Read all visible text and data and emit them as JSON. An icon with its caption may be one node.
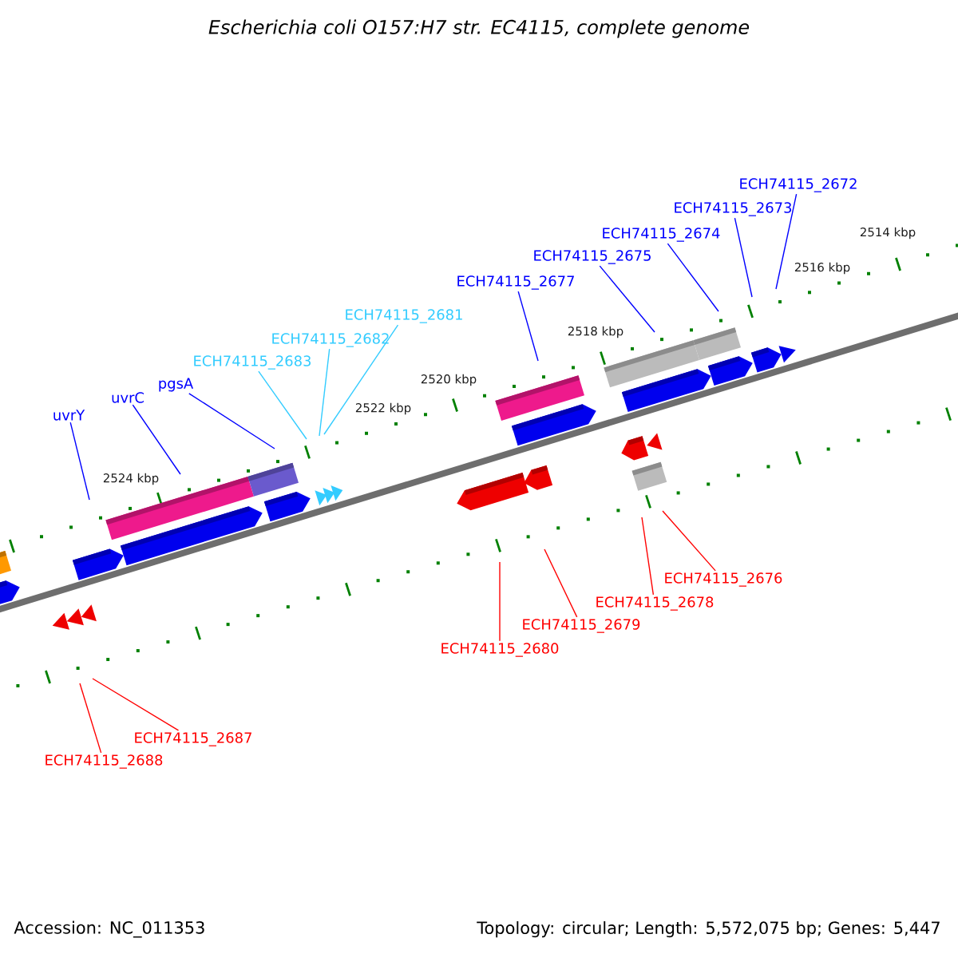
{
  "diagram": {
    "title": "Escherichia coli O157:H7 str. EC4115, complete genome",
    "nodes": [
      {
        "text": [
          "ECH74115_2672"
        ]
      },
      {
        "text": [
          "ECH74115_2673"
        ]
      },
      {
        "text": [
          "ECH74115_2674"
        ]
      },
      {
        "text": [
          "ECH74115_2675"
        ]
      },
      {
        "text": [
          "ECH74115_2677"
        ]
      },
      {
        "text": [
          "ECH74115_2681"
        ]
      },
      {
        "text": [
          "ECH74115_2682"
        ]
      },
      {
        "text": [
          "ECH74115_2683"
        ]
      },
      {
        "text": [
          "pgsA"
        ]
      },
      {
        "text": [
          "uvrC"
        ]
      },
      {
        "text": [
          "uvrY"
        ]
      },
      {
        "text": [
          "ECH74115_2676"
        ]
      },
      {
        "text": [
          "ECH74115_2678"
        ]
      },
      {
        "text": [
          "ECH74115_2679"
        ]
      },
      {
        "text": [
          "ECH74115_2680"
        ]
      },
      {
        "text": [
          "ECH74115_2687"
        ]
      },
      {
        "text": [
          "ECH74115_2688"
        ]
      }
    ],
    "edges": [
      {
        "from": 0,
        "to": null,
        "arrow": "none"
      },
      {
        "from": 1,
        "to": null,
        "arrow": "none"
      },
      {
        "from": 2,
        "to": null,
        "arrow": "none"
      },
      {
        "from": 3,
        "to": null,
        "arrow": "none"
      },
      {
        "from": 4,
        "to": null,
        "arrow": "none"
      },
      {
        "from": 5,
        "to": null,
        "arrow": "none",
        "color": "#33ccff"
      },
      {
        "from": 6,
        "to": null,
        "arrow": "none",
        "color": "#33ccff"
      },
      {
        "from": 7,
        "to": null,
        "arrow": "none",
        "color": "#33ccff"
      },
      {
        "from": 8,
        "to": null,
        "arrow": "none"
      },
      {
        "from": 9,
        "to": null,
        "arrow": "none"
      },
      {
        "from": 10,
        "to": null,
        "arrow": "none"
      },
      {
        "from": 11,
        "to": null,
        "arrow": "none",
        "color": "#ff0000"
      },
      {
        "from": 12,
        "to": null,
        "arrow": "none",
        "color": "#ff0000"
      },
      {
        "from": 13,
        "to": null,
        "arrow": "none",
        "color": "#ff0000"
      },
      {
        "from": 14,
        "to": null,
        "arrow": "none",
        "color": "#ff0000"
      },
      {
        "from": 15,
        "to": null,
        "arrow": "none",
        "color": "#ff0000"
      },
      {
        "from": 16,
        "to": null,
        "arrow": "none",
        "color": "#ff0000"
      }
    ],
    "labels": [
      "2514 kbp",
      "2516 kbp",
      "2518 kbp",
      "2520 kbp",
      "2522 kbp",
      "2524 kbp",
      "Accession: NC_011353",
      "Topology: circular; Length: 5,572,075 bp; Genes: 5,447"
    ]
  }
}
